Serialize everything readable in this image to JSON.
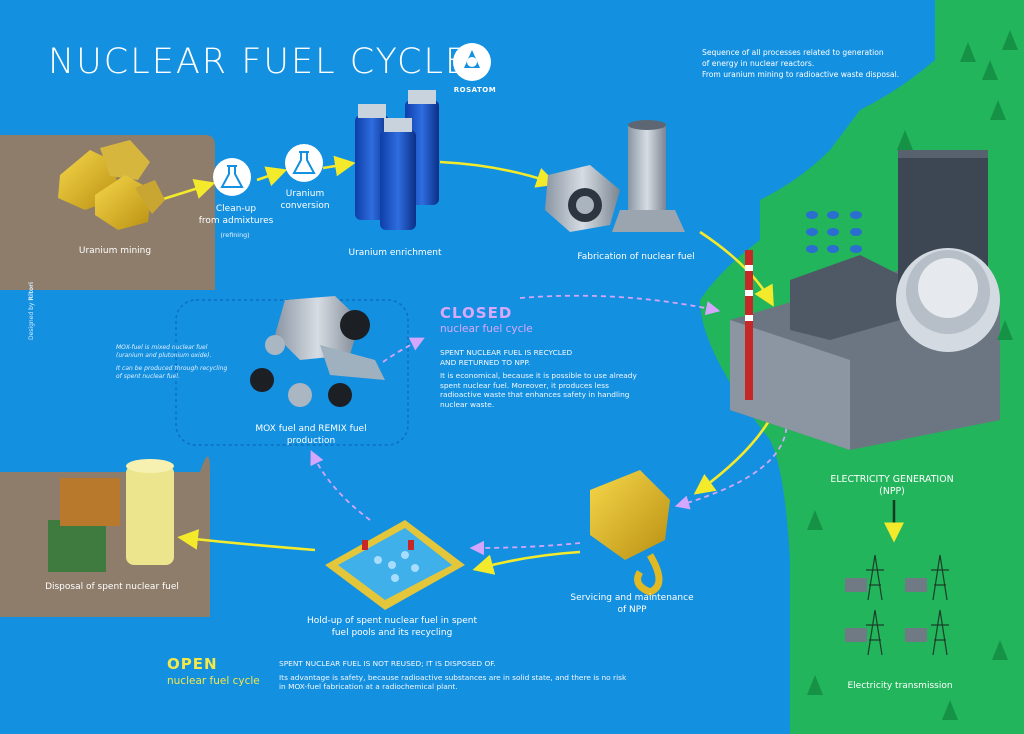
{
  "header": {
    "title": "NUCLEAR FUEL CYCLE",
    "description_line1": "Sequence of all processes related to generation",
    "description_line2": "of energy in nuclear reactors.",
    "description_line3": "From uranium mining to radioactive waste disposal.",
    "logo_text": "ROSATOM"
  },
  "credit": {
    "prefix": "Designed by",
    "name": "Ritori"
  },
  "stages": {
    "uranium_mining": "Uranium mining",
    "cleanup_line1": "Clean-up",
    "cleanup_line2": "from admixtures",
    "cleanup_note": "(refining)",
    "conversion_line1": "Uranium",
    "conversion_line2": "conversion",
    "enrichment": "Uranium enrichment",
    "fabrication": "Fabrication of nuclear fuel",
    "generation_line1": "ELECTRICITY GENERATION",
    "generation_line2": "(NPP)",
    "transmission": "Electricity transmission",
    "servicing_line1": "Servicing and maintenance",
    "servicing_line2": "of NPP",
    "holdup_line1": "Hold-up of spent nuclear fuel in spent",
    "holdup_line2": "fuel pools and its recycling",
    "disposal": "Disposal of spent nuclear fuel",
    "mox_line1": "MOX fuel and REMIX fuel",
    "mox_line2": "production"
  },
  "mox_note": {
    "line1": "MOX-fuel is mixed nuclear fuel",
    "line2": "(uranium and plutonium oxide).",
    "line3": "It can be produced through recycling",
    "line4": "of spent nuclear fuel."
  },
  "closed_cycle": {
    "heading": "CLOSED",
    "subheading": "nuclear fuel cycle",
    "statement_line1": "SPENT NUCLEAR FUEL IS RECYCLED",
    "statement_line2": "AND RETURNED TO NPP.",
    "body_line1": "It is economical, because it is possible to use already",
    "body_line2": "spent nuclear fuel. Moreover, it produces less",
    "body_line3": "radioactive waste that enhances safety in handling",
    "body_line4": "nuclear waste."
  },
  "open_cycle": {
    "heading": "OPEN",
    "subheading": "nuclear fuel cycle",
    "statement": "SPENT NUCLEAR FUEL IS NOT REUSED; IT IS DISPOSED OF.",
    "body_line1": "Its advantage is safety, because radioactive substances are in solid state, and there is no risk",
    "body_line2": "in MOX-fuel fabrication at a radiochemical plant."
  },
  "colors": {
    "background": "#1490e0",
    "land_green": "#22b55b",
    "ground_brown": "#8e7d6a",
    "flow_arrow": "#f4ea2c",
    "closed_arrow": "#d4a6ff",
    "closed_text": "#d9a8ff",
    "open_text": "#f2e84a"
  },
  "icons": [
    "flask-icon",
    "rosatom-logo-icon",
    "tree-icon",
    "power-pylon-icon"
  ]
}
